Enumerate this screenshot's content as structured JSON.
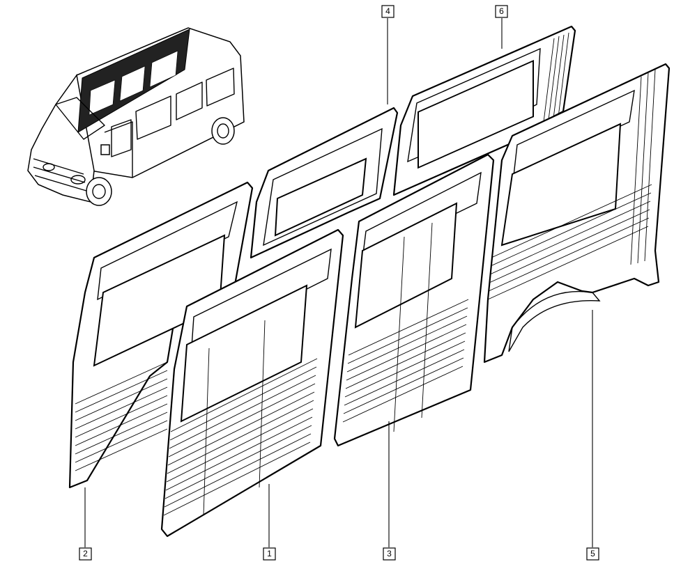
{
  "callouts": [
    {
      "id": "p1",
      "label": "1"
    },
    {
      "id": "p2",
      "label": "2"
    },
    {
      "id": "p3",
      "label": "3"
    },
    {
      "id": "p4",
      "label": "4"
    },
    {
      "id": "p5",
      "label": "5"
    },
    {
      "id": "p6",
      "label": "6"
    }
  ],
  "colors": {
    "ink": "#000000",
    "paper": "#ffffff",
    "highlight": "#222222"
  },
  "icons": {
    "locator": "van-icon"
  }
}
